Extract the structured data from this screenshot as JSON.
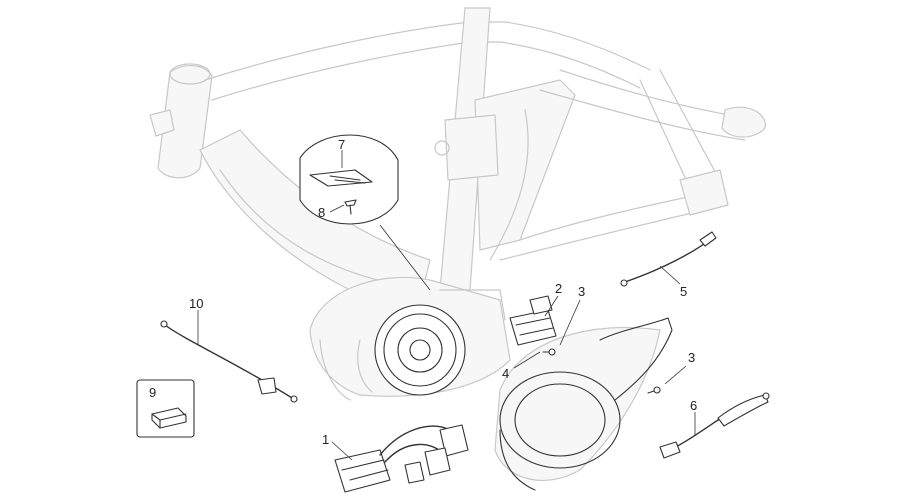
{
  "callouts": [
    {
      "label": "1"
    },
    {
      "label": "2"
    },
    {
      "label": "3"
    },
    {
      "label": "3"
    },
    {
      "label": "4"
    },
    {
      "label": "5"
    },
    {
      "label": "6"
    },
    {
      "label": "7"
    },
    {
      "label": "8"
    },
    {
      "label": "9"
    },
    {
      "label": "10"
    }
  ],
  "colors": {
    "line": "#333333",
    "ghost": "#c8c8c8",
    "background": "#ffffff"
  }
}
